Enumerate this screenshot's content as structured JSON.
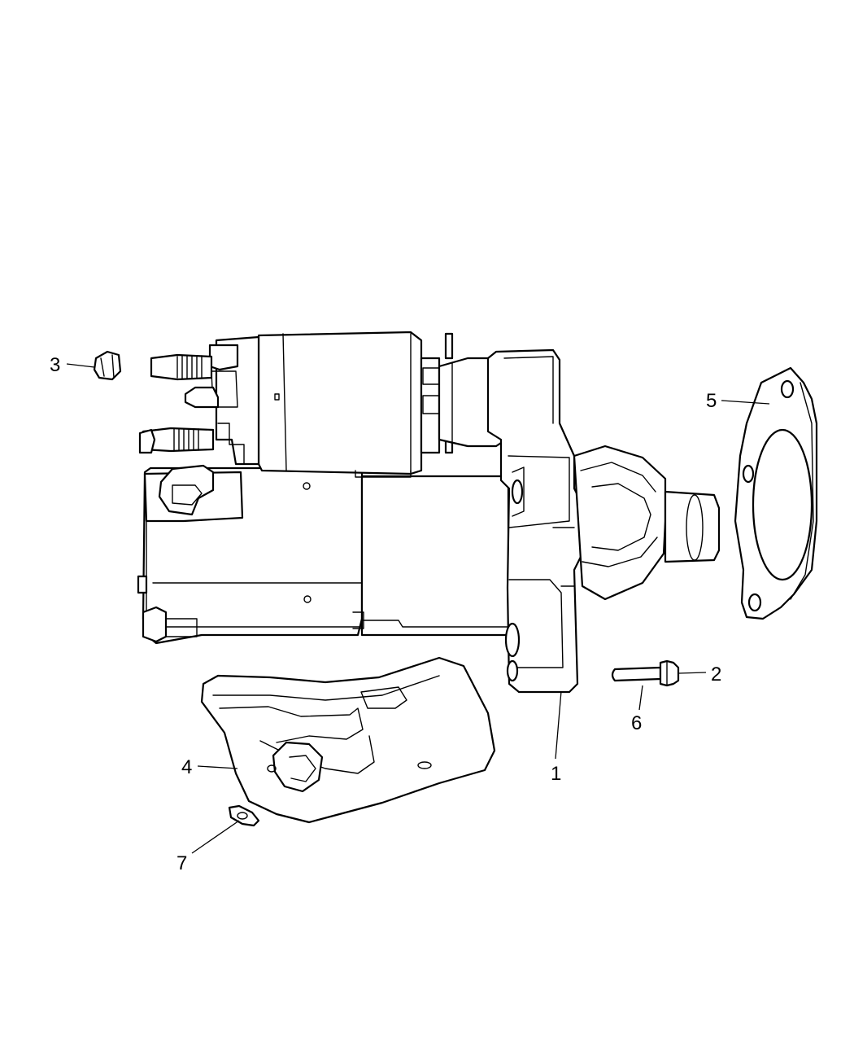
{
  "callouts": [
    {
      "id": "1",
      "text": "1"
    },
    {
      "id": "2",
      "text": "2"
    },
    {
      "id": "3",
      "text": "3"
    },
    {
      "id": "4",
      "text": "4"
    },
    {
      "id": "5",
      "text": "5"
    },
    {
      "id": "6",
      "text": "6"
    },
    {
      "id": "7",
      "text": "7"
    }
  ],
  "parts": {
    "starter": "starter-motor",
    "bolt": "mounting-bolt",
    "nut": "terminal-nut",
    "heat_shield": "heat-shield",
    "gasket": "mounting-plate",
    "washer": "washer"
  }
}
